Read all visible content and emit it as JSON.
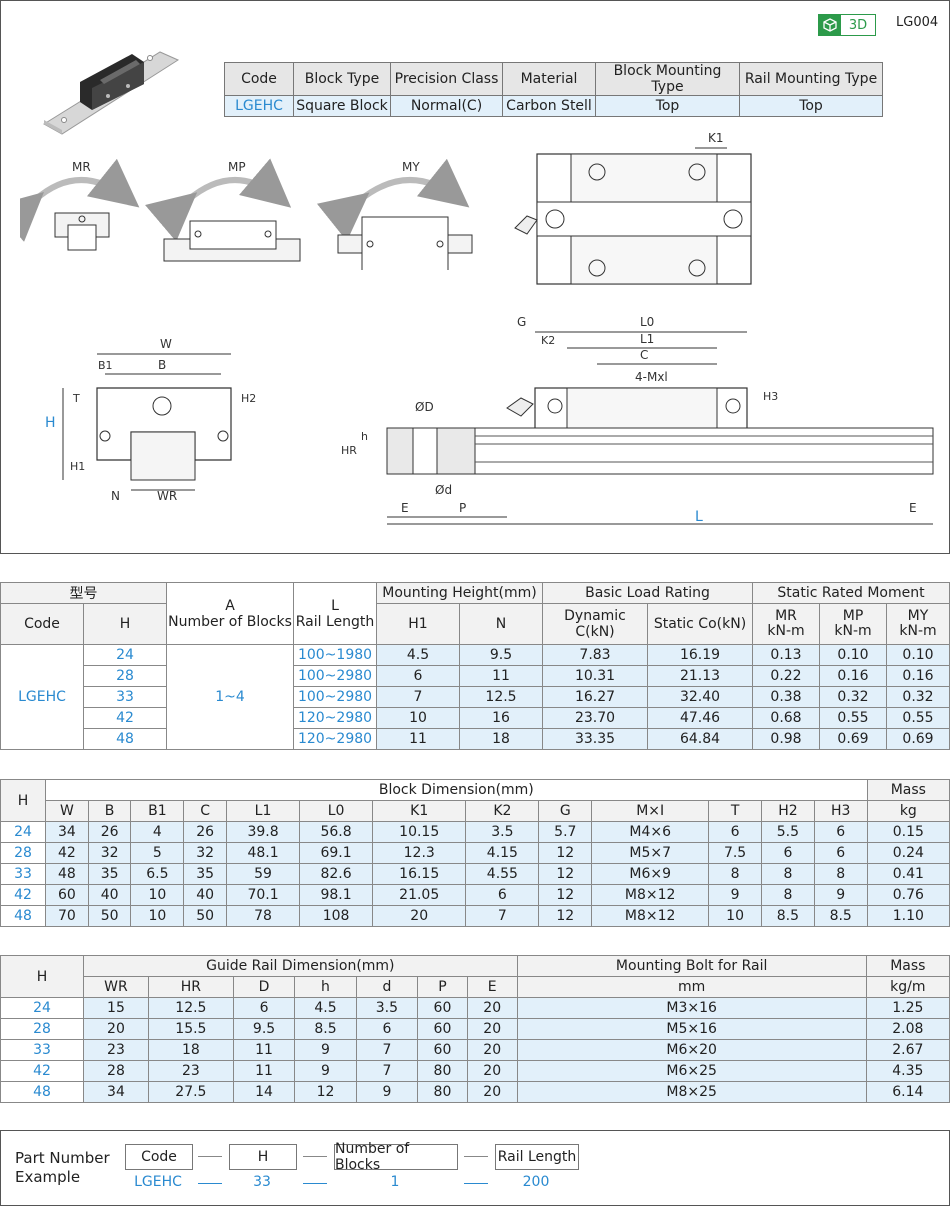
{
  "header": {
    "badge_label": "3D",
    "page_code": "LG004"
  },
  "spec": {
    "headers": [
      "Code",
      "Block Type",
      "Precision Class",
      "Material",
      "Block Mounting Type",
      "Rail Mounting Type"
    ],
    "values": [
      "LGEHC",
      "Square Block",
      "Normal(C)",
      "Carbon Stell",
      "Top",
      "Top"
    ]
  },
  "diagram_labels": {
    "mr": "MR",
    "mp": "MP",
    "my": "MY",
    "k1": "K1",
    "w": "W",
    "b1": "B1",
    "b": "B",
    "t": "T",
    "h2": "H2",
    "h": "H",
    "h1": "H1",
    "n": "N",
    "wr": "WR",
    "g": "G",
    "l0": "L0",
    "k2": "K2",
    "l1": "L1",
    "c": "C",
    "mxl": "4-Mxl",
    "h3": "H3",
    "od": "ØD",
    "hr": "HR",
    "hh": "h",
    "d": "Ød",
    "e": "E",
    "p": "P",
    "l": "L"
  },
  "table1": {
    "group_header": "型号",
    "code_header": "Code",
    "h_header": "H",
    "a_header_1": "A",
    "a_header_2": "Number of Blocks",
    "l_header_1": "L",
    "l_header_2": "Rail Length",
    "mounting_header": "Mounting Height(mm)",
    "h1_header": "H1",
    "n_header": "N",
    "basic_header": "Basic Load Rating",
    "dyn_header": "Dynamic C(kN)",
    "static_header": "Static Co(kN)",
    "moment_header": "Static Rated Moment",
    "mr_header": "MR",
    "mp_header": "MP",
    "my_header": "MY",
    "unit": "kN-m",
    "code": "LGEHC",
    "blocks": "1~4",
    "rows": [
      [
        "24",
        "100~1980",
        "4.5",
        "9.5",
        "7.83",
        "16.19",
        "0.13",
        "0.10",
        "0.10"
      ],
      [
        "28",
        "100~2980",
        "6",
        "11",
        "10.31",
        "21.13",
        "0.22",
        "0.16",
        "0.16"
      ],
      [
        "33",
        "100~2980",
        "7",
        "12.5",
        "16.27",
        "32.40",
        "0.38",
        "0.32",
        "0.32"
      ],
      [
        "42",
        "120~2980",
        "10",
        "16",
        "23.70",
        "47.46",
        "0.68",
        "0.55",
        "0.55"
      ],
      [
        "48",
        "120~2980",
        "11",
        "18",
        "33.35",
        "64.84",
        "0.98",
        "0.69",
        "0.69"
      ]
    ]
  },
  "table2": {
    "h_header": "H",
    "group_header": "Block Dimension(mm)",
    "mass_header": "Mass",
    "mass_unit": "kg",
    "columns": [
      "W",
      "B",
      "B1",
      "C",
      "L1",
      "L0",
      "K1",
      "K2",
      "G",
      "M×I",
      "T",
      "H2",
      "H3"
    ],
    "rows": [
      [
        "24",
        "34",
        "26",
        "4",
        "26",
        "39.8",
        "56.8",
        "10.15",
        "3.5",
        "5.7",
        "M4×6",
        "6",
        "5.5",
        "6",
        "0.15"
      ],
      [
        "28",
        "42",
        "32",
        "5",
        "32",
        "48.1",
        "69.1",
        "12.3",
        "4.15",
        "12",
        "M5×7",
        "7.5",
        "6",
        "6",
        "0.24"
      ],
      [
        "33",
        "48",
        "35",
        "6.5",
        "35",
        "59",
        "82.6",
        "16.15",
        "4.55",
        "12",
        "M6×9",
        "8",
        "8",
        "8",
        "0.41"
      ],
      [
        "42",
        "60",
        "40",
        "10",
        "40",
        "70.1",
        "98.1",
        "21.05",
        "6",
        "12",
        "M8×12",
        "9",
        "8",
        "9",
        "0.76"
      ],
      [
        "48",
        "70",
        "50",
        "10",
        "50",
        "78",
        "108",
        "20",
        "7",
        "12",
        "M8×12",
        "10",
        "8.5",
        "8.5",
        "1.10"
      ]
    ]
  },
  "table3": {
    "h_header": "H",
    "group_header": "Guide Rail Dimension(mm)",
    "bolt_header": "Mounting Bolt for Rail",
    "bolt_unit": "mm",
    "mass_header": "Mass",
    "mass_unit": "kg/m",
    "columns": [
      "WR",
      "HR",
      "D",
      "h",
      "d",
      "P",
      "E"
    ],
    "rows": [
      [
        "24",
        "15",
        "12.5",
        "6",
        "4.5",
        "3.5",
        "60",
        "20",
        "M3×16",
        "1.25"
      ],
      [
        "28",
        "20",
        "15.5",
        "9.5",
        "8.5",
        "6",
        "60",
        "20",
        "M5×16",
        "2.08"
      ],
      [
        "33",
        "23",
        "18",
        "11",
        "9",
        "7",
        "60",
        "20",
        "M6×20",
        "2.67"
      ],
      [
        "42",
        "28",
        "23",
        "11",
        "9",
        "7",
        "80",
        "20",
        "M6×25",
        "4.35"
      ],
      [
        "48",
        "34",
        "27.5",
        "14",
        "12",
        "9",
        "80",
        "20",
        "M8×25",
        "6.14"
      ]
    ]
  },
  "part_number": {
    "title_1": "Part Number",
    "title_2": "Example",
    "box_code": "Code",
    "box_h": "H",
    "box_blocks": "Number of Blocks",
    "box_length": "Rail Length",
    "val_code": "LGEHC",
    "val_h": "33",
    "val_blocks": "1",
    "val_length": "200"
  },
  "colors": {
    "accent_blue": "#2a8ad0",
    "row_blue": "#e2f0fa",
    "badge_green": "#2c9a4a"
  }
}
